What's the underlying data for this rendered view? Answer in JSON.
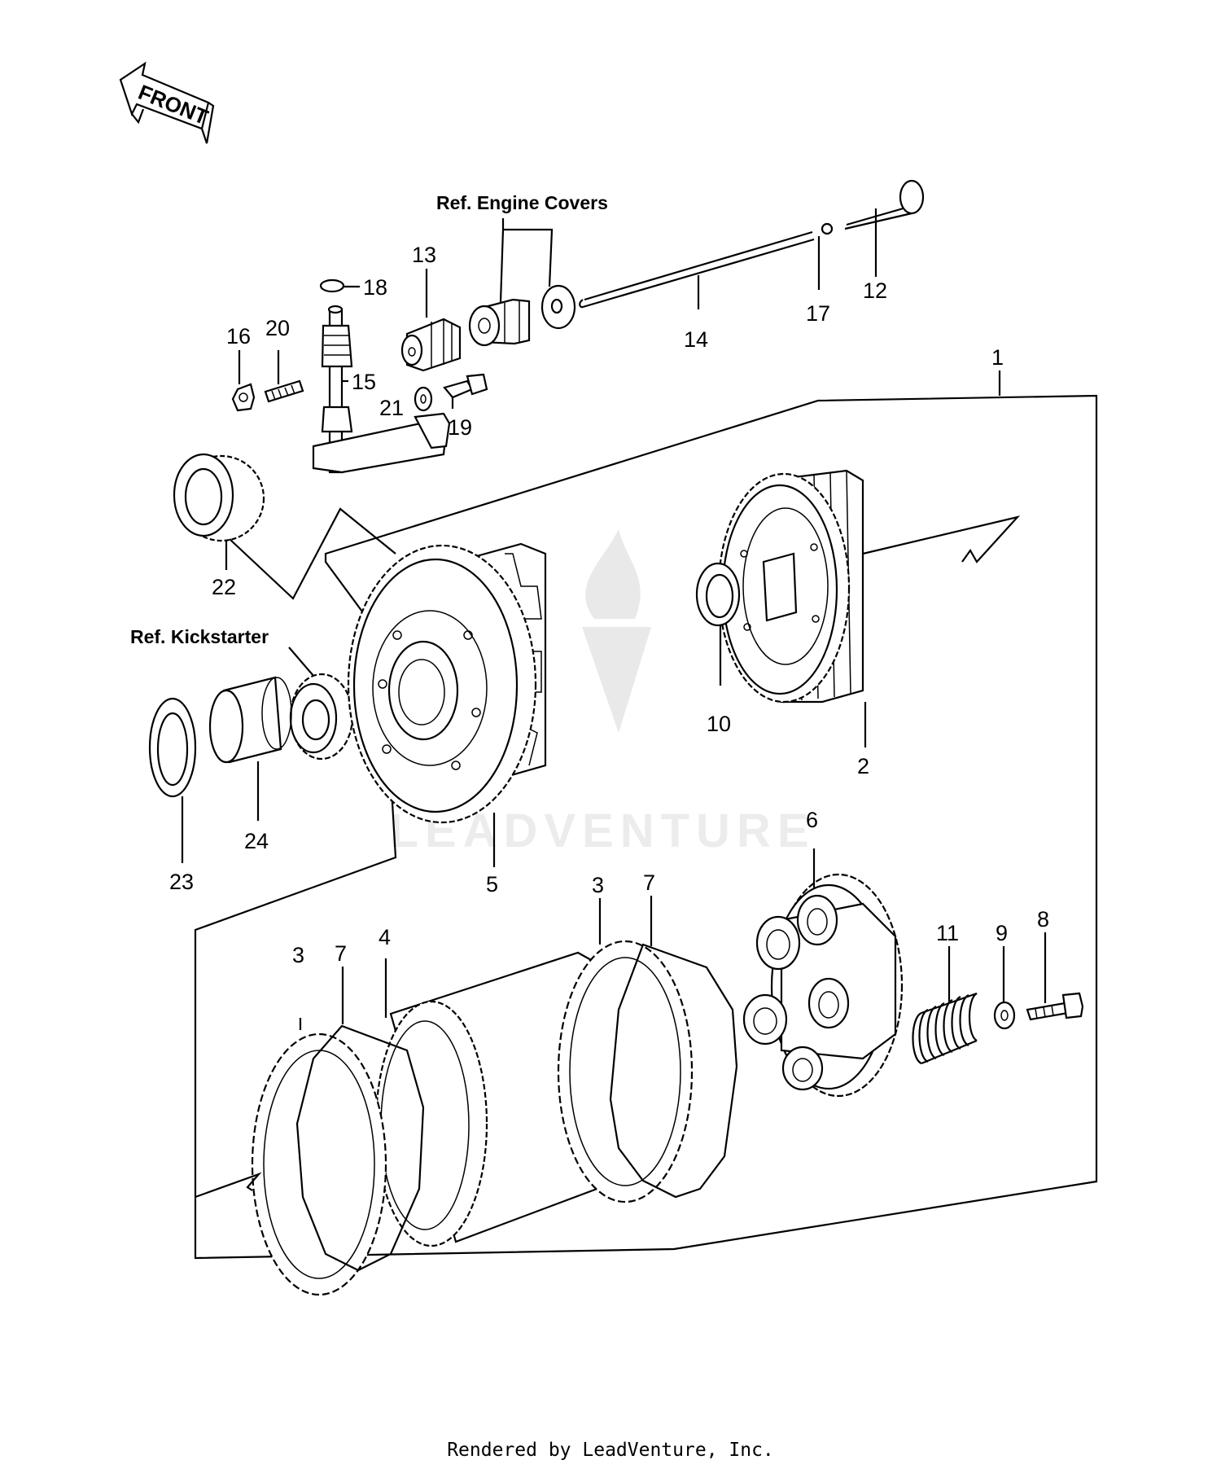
{
  "diagram": {
    "front_arrow": "FRONT",
    "ref_engine_covers": "Ref. Engine Covers",
    "ref_kickstarter": "Ref. Kickstarter",
    "watermark": "LEADVENTURE",
    "callouts": {
      "c1": "1",
      "c2": "2",
      "c3a": "3",
      "c3b": "3",
      "c4": "4",
      "c5": "5",
      "c6": "6",
      "c7a": "7",
      "c7b": "7",
      "c8": "8",
      "c9": "9",
      "c10": "10",
      "c11": "11",
      "c12": "12",
      "c13": "13",
      "c14": "14",
      "c15": "15",
      "c16": "16",
      "c17": "17",
      "c18": "18",
      "c19": "19",
      "c20": "20",
      "c21": "21",
      "c22": "22",
      "c23": "23",
      "c24": "24"
    }
  },
  "footer": {
    "text": "Rendered by LeadVenture, Inc."
  }
}
